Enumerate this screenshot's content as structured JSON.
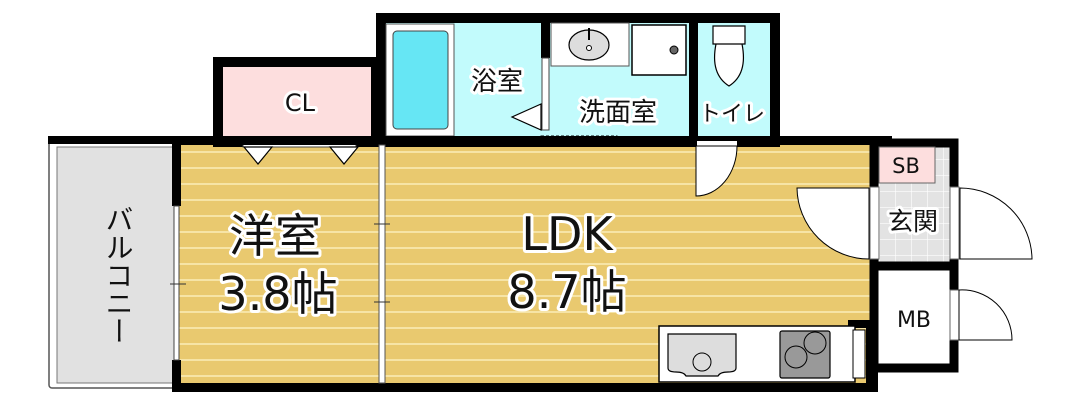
{
  "plan": {
    "rooms": {
      "western": {
        "name": "洋室",
        "size": "3.8帖"
      },
      "ldk": {
        "name": "LDK",
        "size": "8.7帖"
      },
      "closet": "CL",
      "bath": "浴室",
      "washroom": "洗面室",
      "toilet": "トイレ",
      "shoe_box": "SB",
      "entrance": "玄関",
      "meter_box": "MB",
      "balcony": "バルコニー"
    },
    "colors": {
      "floor": "#e9c96f",
      "floor_stripe": "#f6e4a6",
      "wet_area": "#c2fbfc",
      "closet": "#fddede",
      "balcony": "#e1e1e1",
      "entrance": "#e3e3e3",
      "wall": "#000000"
    }
  }
}
